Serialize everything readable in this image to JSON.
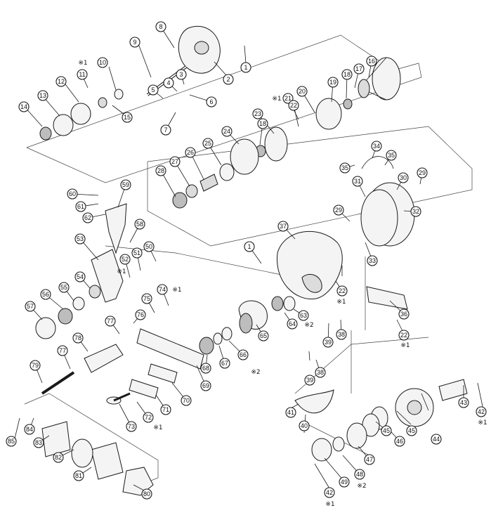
{
  "figure": {
    "type": "exploded-parts-diagram",
    "callouts": [
      "1",
      "2",
      "3",
      "4",
      "5",
      "6",
      "7",
      "8",
      "9",
      "10",
      "11",
      "12",
      "13",
      "14",
      "15",
      "16",
      "17",
      "18",
      "19",
      "20",
      "21",
      "22",
      "23",
      "24",
      "25",
      "26",
      "27",
      "28",
      "29",
      "30",
      "31",
      "32",
      "33",
      "34",
      "35",
      "36",
      "37",
      "38",
      "39",
      "40",
      "41",
      "42",
      "43",
      "44",
      "45",
      "46",
      "47",
      "48",
      "49",
      "50",
      "51",
      "52",
      "53",
      "54",
      "55",
      "56",
      "57",
      "58",
      "59",
      "60",
      "61",
      "62",
      "63",
      "64",
      "65",
      "66",
      "67",
      "68",
      "69",
      "70",
      "71",
      "72",
      "73",
      "74",
      "75",
      "76",
      "77",
      "78",
      "79",
      "80",
      "81",
      "82",
      "83",
      "84",
      "85"
    ],
    "notes": {
      "mark1": "※1",
      "mark2": "※2"
    }
  }
}
